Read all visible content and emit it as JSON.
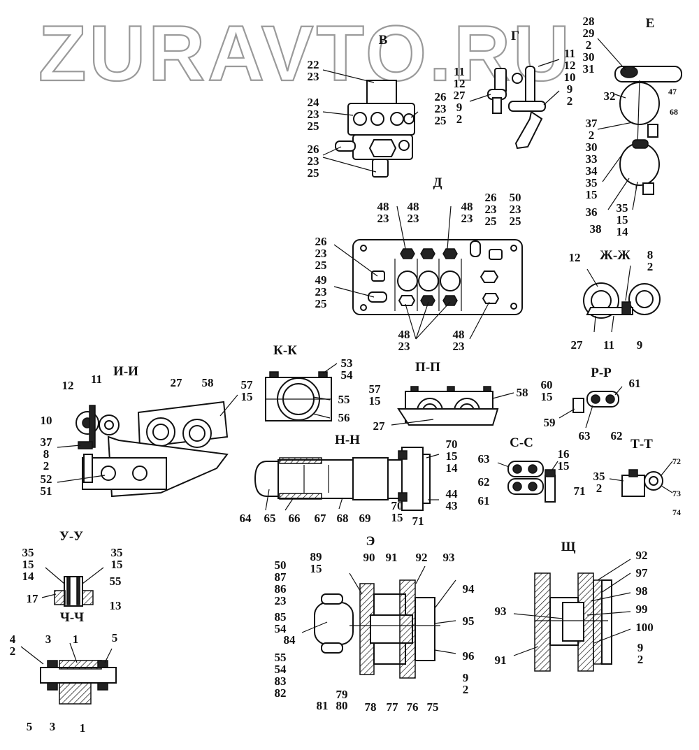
{
  "watermark": "ZURAVTO.RU",
  "sections": {
    "v": "В",
    "g": "Г",
    "e": "Е",
    "d": "Д",
    "zh": "Ж-Ж",
    "ii": "И-И",
    "kk": "К-К",
    "pp": "П-П",
    "rr": "Р-Р",
    "nn": "Н-Н",
    "ss": "С-С",
    "tt": "Т-Т",
    "uu": "У-У",
    "chch": "Ч-Ч",
    "e2": "Э",
    "shch": "Щ"
  },
  "stacks": {
    "v_a": [
      "22",
      "23"
    ],
    "v_b": [
      "24",
      "23",
      "25"
    ],
    "v_c": [
      "26",
      "23",
      "25"
    ],
    "v_d": [
      "26",
      "23",
      "25"
    ],
    "g_a": [
      "11",
      "12",
      "27",
      "9",
      "2"
    ],
    "g_b": [
      "11",
      "12",
      "10",
      "9",
      "2"
    ],
    "e_top": [
      "28",
      "29",
      "2",
      "30",
      "31"
    ],
    "e_mid": [
      "37",
      "2",
      "30",
      "33",
      "34",
      "35",
      "15"
    ],
    "e_low": [
      "35",
      "15",
      "14"
    ],
    "d_1": [
      "48",
      "23"
    ],
    "d_2": [
      "48",
      "23"
    ],
    "d_3": [
      "48",
      "23"
    ],
    "d_4": [
      "26",
      "23",
      "25"
    ],
    "d_5": [
      "50",
      "23",
      "25"
    ],
    "d_l1": [
      "26",
      "23",
      "25"
    ],
    "d_l2": [
      "49",
      "23",
      "25"
    ],
    "d_b1": [
      "48",
      "23"
    ],
    "d_b2": [
      "48",
      "23"
    ],
    "zh_r": [
      "8",
      "2"
    ],
    "kk_r": [
      "53",
      "54"
    ],
    "ii_r": [
      "57",
      "15"
    ],
    "ii_l": [
      "37",
      "8",
      "2"
    ],
    "ii_b": [
      "52",
      "51"
    ],
    "pp_l": [
      "57",
      "15"
    ],
    "rr_l": [
      "60",
      "15"
    ],
    "nn_r": [
      "70",
      "15",
      "14"
    ],
    "nn_r2": [
      "44",
      "43"
    ],
    "ss_r": [
      "16",
      "15"
    ],
    "tt_l": [
      "35",
      "2"
    ],
    "uu_l": [
      "35",
      "15",
      "14"
    ],
    "uu_r": [
      "35",
      "15"
    ],
    "chch_l": [
      "4",
      "2"
    ],
    "e2_l1": [
      "50",
      "87",
      "86",
      "23"
    ],
    "e2_l2": [
      "85",
      "54"
    ],
    "e2_l3": [
      "55",
      "54",
      "83",
      "82"
    ],
    "e2_t": [
      "89",
      "15"
    ],
    "e2_r": [
      "9",
      "2"
    ],
    "shch_r": [
      "9",
      "2"
    ]
  },
  "labels": {
    "e_32": "32",
    "e_47": "47",
    "e_68": "68",
    "e_36": "36",
    "e_38": "38",
    "zh_12": "12",
    "zh_27": "27",
    "zh_11": "11",
    "zh_9": "9",
    "ii_12": "12",
    "ii_11": "11",
    "ii_27": "27",
    "ii_58": "58",
    "ii_10": "10",
    "kk_55": "55",
    "kk_56": "56",
    "pp_58": "58",
    "pp_27": "27",
    "rr_61": "61",
    "rr_59": "59",
    "rr_63": "63",
    "rr_62": "62",
    "nn_64": "64",
    "nn_65": "65",
    "nn_66": "66",
    "nn_67": "67",
    "nn_68": "68",
    "nn_69": "69",
    "nn_70": "70",
    "nn_15": "15",
    "nn_71": "71",
    "ss_63": "63",
    "ss_62": "62",
    "ss_61": "61",
    "ss_71": "71",
    "tt_72": "72",
    "tt_73": "73",
    "tt_74": "74",
    "uu_55": "55",
    "uu_17": "17",
    "uu_13": "13",
    "ch_3a": "3",
    "ch_1a": "1",
    "ch_5a": "5",
    "ch_5b": "5",
    "ch_3b": "3",
    "ch_1b": "1",
    "e2_90": "90",
    "e2_91": "91",
    "e2_92": "92",
    "e2_93": "93",
    "e2_94": "94",
    "e2_95": "95",
    "e2_96": "96",
    "e2_84": "84",
    "e2_81": "81",
    "e2_79": "79",
    "e2_80": "80",
    "e2_78": "78",
    "e2_77": "77",
    "e2_76": "76",
    "e2_75": "75",
    "sh_92": "92",
    "sh_97": "97",
    "sh_98": "98",
    "sh_99": "99",
    "sh_100": "100",
    "sh_93": "93",
    "sh_91": "91"
  }
}
